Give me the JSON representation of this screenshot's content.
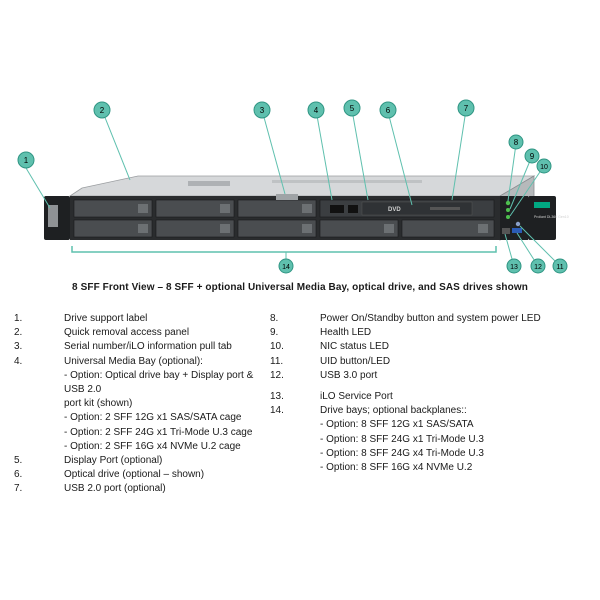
{
  "caption": "8 SFF Front View – 8 SFF + optional Universal Media Bay, optical drive, and SAS drives shown",
  "callouts": [
    "1",
    "2",
    "3",
    "4",
    "5",
    "6",
    "7",
    "8",
    "9",
    "10",
    "11",
    "12",
    "13",
    "14"
  ],
  "panel_text": {
    "dvd": "DVD",
    "ear": "Proliant DL360 Gen10"
  },
  "colors": {
    "callout": "#5fc0ae",
    "callout_stroke": "#2f9583",
    "chassis": "#c8cbcd",
    "dark": "#2a2c2e",
    "bay": "#4a4d50",
    "green_led": "#4ec04e"
  },
  "legend_left": [
    {
      "n": "1.",
      "t": "Drive support label"
    },
    {
      "n": "2.",
      "t": "Quick removal access panel"
    },
    {
      "n": "3.",
      "t": "Serial number/iLO information pull tab"
    },
    {
      "n": "4.",
      "t": "Universal Media Bay (optional):"
    },
    {
      "n": "",
      "t": "- Option: Optical drive bay + Display port &"
    },
    {
      "n": "",
      "t": "USB 2.0"
    },
    {
      "n": "",
      "t": "  port kit (shown)"
    },
    {
      "n": "",
      "t": "- Option: 2 SFF 12G x1 SAS/SATA cage"
    },
    {
      "n": "",
      "t": "- Option: 2 SFF 24G x1 Tri-Mode U.3 cage"
    },
    {
      "n": "",
      "t": "- Option: 2 SFF 16G x4 NVMe U.2 cage"
    },
    {
      "n": "5.",
      "t": "Display Port (optional)"
    },
    {
      "n": "6.",
      "t": "Optical drive (optional – shown)"
    },
    {
      "n": "7.",
      "t": "USB 2.0 port (optional)"
    }
  ],
  "legend_right": [
    {
      "n": "8.",
      "t": "Power On/Standby button and system power LED"
    },
    {
      "n": "9.",
      "t": "Health LED"
    },
    {
      "n": "10.",
      "t": "NIC status LED"
    },
    {
      "n": "11.",
      "t": "UID button/LED"
    },
    {
      "n": "12.",
      "t": "USB 3.0 port"
    },
    {
      "n": "",
      "t": ""
    },
    {
      "n": "13.",
      "t": "iLO Service Port"
    },
    {
      "n": "14.",
      "t": "Drive bays; optional backplanes::"
    },
    {
      "n": "",
      "t": "- Option: 8 SFF 12G x1 SAS/SATA"
    },
    {
      "n": "",
      "t": "- Option: 8 SFF 24G x1 Tri-Mode U.3"
    },
    {
      "n": "",
      "t": "- Option: 8 SFF 24G x4 Tri-Mode U.3"
    },
    {
      "n": "",
      "t": "- Option: 8 SFF 16G x4 NVMe U.2"
    }
  ]
}
